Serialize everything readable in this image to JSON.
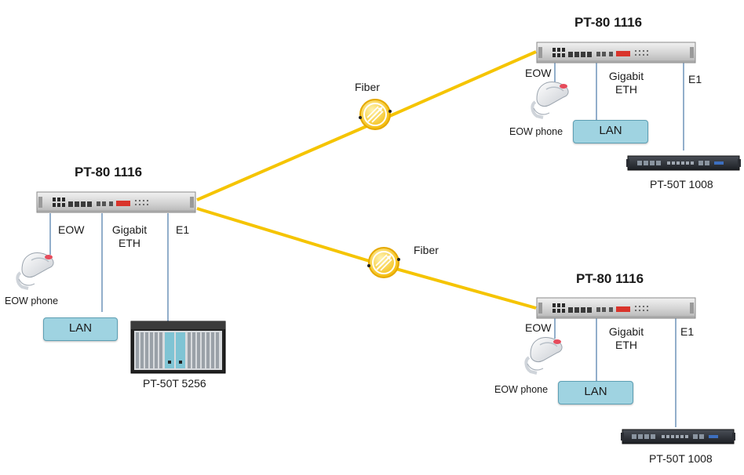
{
  "nodes": {
    "main": {
      "title": "PT-80 1116",
      "eow": "EOW",
      "eth": "Gigabit\nETH",
      "e1": "E1",
      "phone": "EOW phone",
      "lan": "LAN",
      "device": "PT-50T  5256"
    },
    "top": {
      "title": "PT-80 1116",
      "eow": "EOW",
      "eth": "Gigabit\nETH",
      "e1": "E1",
      "phone": "EOW phone",
      "lan": "LAN",
      "device": "PT-50T 1008"
    },
    "bottom": {
      "title": "PT-80 1116",
      "eow": "EOW",
      "eth": "Gigabit\nETH",
      "e1": "E1",
      "phone": "EOW phone",
      "lan": "LAN",
      "device": "PT-50T 1008"
    }
  },
  "links": {
    "fiber_top": "Fiber",
    "fiber_bottom": "Fiber"
  },
  "colors": {
    "fiber": "#f5c400",
    "cable": "#4a78a8",
    "lan_box": "#9fd3e1"
  }
}
